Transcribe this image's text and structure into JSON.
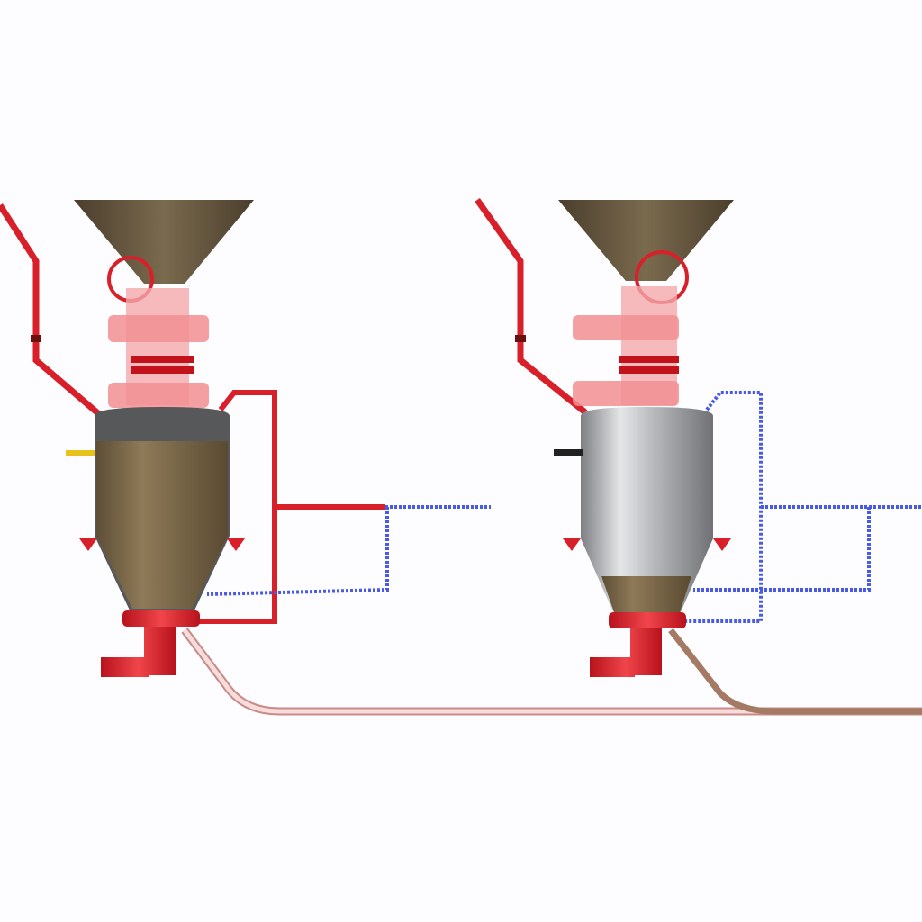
{
  "diagram": {
    "type": "pneumatic-conveying-system",
    "vessels": [
      {
        "id": "left",
        "material_fill_fraction": 0.95,
        "state": "filled",
        "shell_color": "#8a7656"
      },
      {
        "id": "right",
        "material_fill_fraction": 0.12,
        "state": "discharging",
        "shell_color": "#b8babd"
      }
    ],
    "colors": {
      "air_pipe": "#d8202a",
      "vent_line": "#4a5ae8",
      "material": "#7d6a4c",
      "conveying_line": "#e9b9b7",
      "hopper": "#6e5e44",
      "background": "#fdfcfe"
    }
  }
}
